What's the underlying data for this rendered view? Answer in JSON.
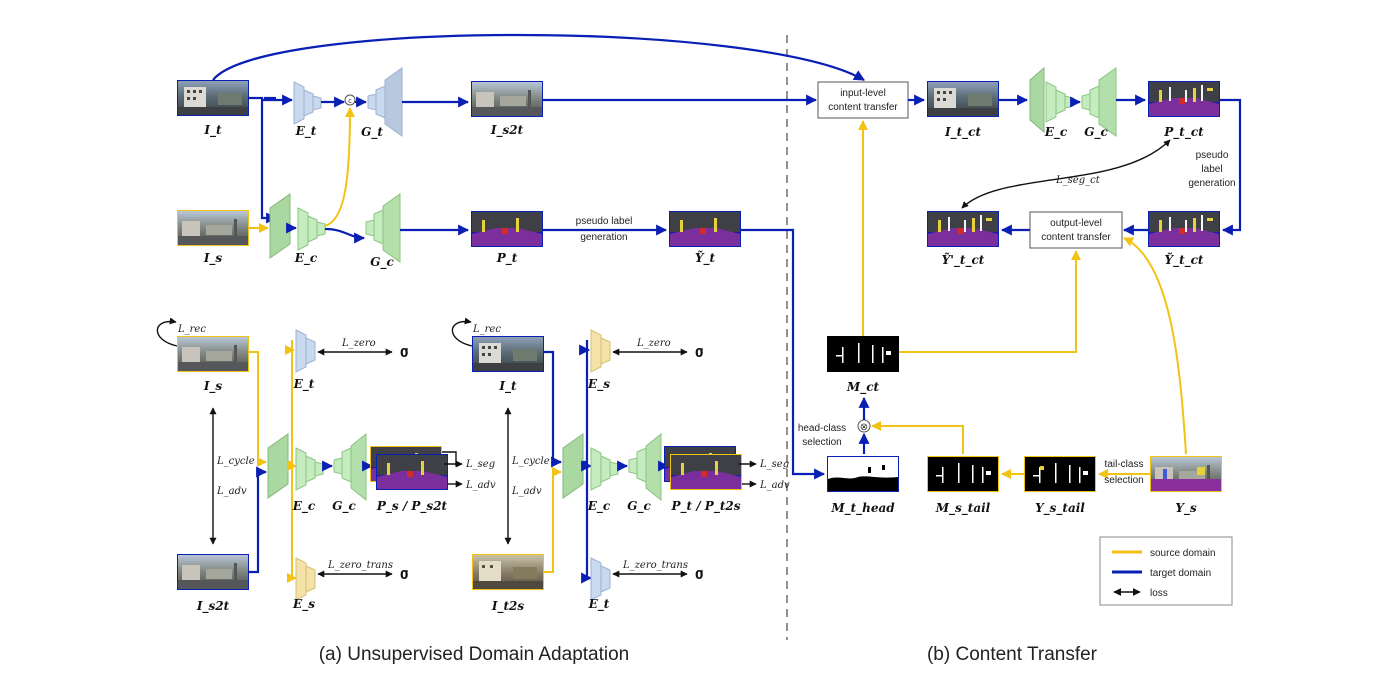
{
  "colors": {
    "source": "#f2c314",
    "target": "#0a1fb4",
    "loss": "#111111",
    "enc_t": "#b9cde6",
    "enc_c": "#b7e3b0",
    "enc_s": "#f2dfa0"
  },
  "captions": {
    "a": "(a) Unsupervised Domain Adaptation",
    "b": "(b) Content Transfer"
  },
  "labels": {
    "It": "I_t",
    "Is": "I_s",
    "Et": "E_t",
    "Ec": "E_c",
    "Gt": "G_t",
    "Gc": "G_c",
    "Is2t": "I_s2t",
    "Pt": "P_t",
    "Yt": "Ỹ_t",
    "It_ct": "I_t_ct",
    "Pt_ct": "P_t_ct",
    "Yt_ct": "Ỹ_t_ct",
    "Yprime_t_ct": "Ỹ'_t_ct",
    "Mct": "M_ct",
    "Mt_head": "M_t_head",
    "Ms_tail": "M_s_tail",
    "Ys_tail": "Y_s_tail",
    "Ys": "Y_s",
    "Es": "E_s",
    "It2s": "I_t2s",
    "Ps_Ps2t": "P_s / P_s2t",
    "Pt_Pt2s": "P_t / P_t2s"
  },
  "losses": {
    "rec": "L_rec",
    "zero": "L_zero",
    "zero_trans": "L_zero_trans",
    "cycle": "L_cycle",
    "adv": "L_adv",
    "seg": "L_seg",
    "seg_ct": "L_seg_ct"
  },
  "texts": {
    "zero_vec": "0⃗",
    "pseudo_label_generation": "pseudo label generation",
    "pseudo": "pseudo",
    "label": "label",
    "generation": "generation",
    "input_level_1": "input-level",
    "input_level_2": "content transfer",
    "output_level_1": "output-level",
    "output_level_2": "content transfer",
    "head_class_1": "head-class",
    "head_class_2": "selection",
    "tail_class_1": "tail-class",
    "tail_class_2": "selection",
    "concat": "c",
    "mult": "⊗"
  },
  "legend": [
    {
      "label": "source domain",
      "color": "#f2c314"
    },
    {
      "label": "target domain",
      "color": "#0a1fb4"
    },
    {
      "label": "loss",
      "color": "#111111"
    }
  ]
}
